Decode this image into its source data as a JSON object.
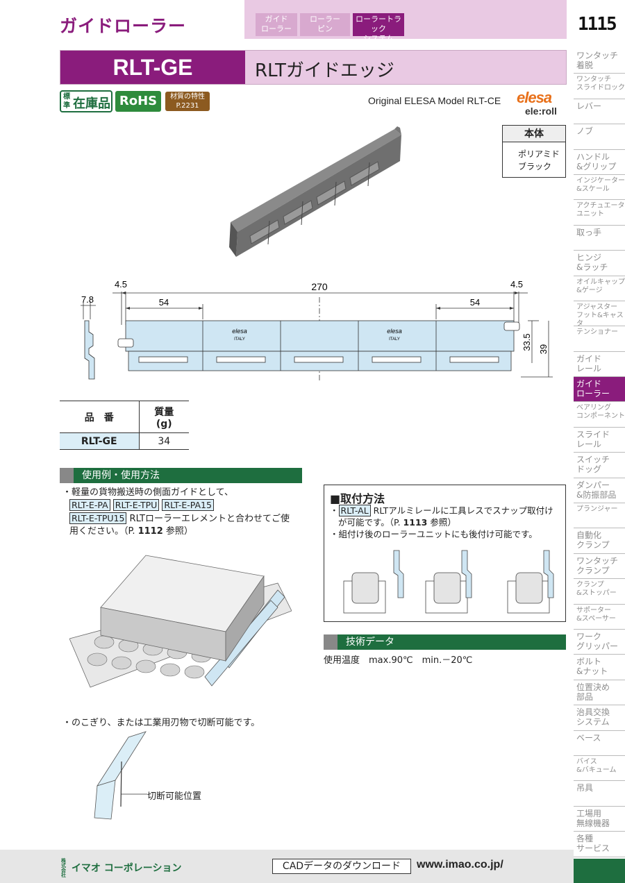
{
  "header": {
    "category_title": "ガイドローラー",
    "tabs": [
      {
        "label": "ガイド\nローラー"
      },
      {
        "label": "ローラー\nピン"
      },
      {
        "label": "ローラートラック\nシステム"
      }
    ],
    "page_number": "1115"
  },
  "product": {
    "code": "RLT-GE",
    "name": "RLTガイドエッジ"
  },
  "badges": {
    "stock_small": "標準",
    "stock_big": "在庫品",
    "rohs": "RoHS",
    "material_label": "材質の特性",
    "material_page": "P.2231"
  },
  "origin": {
    "text": "Original ELESA Model RLT-CE",
    "logo1": "elesa",
    "logo2": "ele:roll"
  },
  "material_table": {
    "header": "本体",
    "line1": "ポリアミド",
    "line2": "ブラック"
  },
  "drawing": {
    "dim_total": "270",
    "dim_left_margin": "4.5",
    "dim_right_margin": "4.5",
    "dim_left_seg": "54",
    "dim_right_seg": "54",
    "dim_profile": "7.8",
    "dim_h1": "33.5",
    "dim_h2": "39",
    "mark_brand": "elesa",
    "mark_country": "ITALY"
  },
  "spec_table": {
    "col1": "品　番",
    "col2_line1": "質量",
    "col2_line2": "(g)",
    "row_code": "RLT-GE",
    "row_mass": "34"
  },
  "usage": {
    "heading": "使用例・使用方法",
    "line1": "・軽量の貨物搬送時の側面ガイドとして、",
    "tags1": [
      "RLT-E-PA",
      "RLT-E-TPU",
      "RLT-E-PA15"
    ],
    "tag2": "RLT-E-TPU15",
    "line2": " RLTローラーエレメントと合わせてご使",
    "line3a": "用ください。（P. ",
    "line3_page": "1112",
    "line3b": " 参照）",
    "cut_note": "・のこぎり、または工業用刃物で切断可能です。",
    "cut_label": "切断可能位置"
  },
  "mounting": {
    "title": "■取付方法",
    "tag": "RLT-AL",
    "line1": " RLTアルミレールに工具レスでスナップ取付け",
    "line2a": "が可能です。（P. ",
    "line2_page": "1113",
    "line2b": " 参照）",
    "line3": "・組付け後のローラーユニットにも後付け可能です。"
  },
  "tech": {
    "heading": "技術データ",
    "text": "使用温度　max.90℃　min.－20℃"
  },
  "side_index": [
    {
      "label": "ワンタッチ\n着脱",
      "small": false
    },
    {
      "label": "ワンタッチ\nスライドロック",
      "small": true
    },
    {
      "label": "レバー",
      "small": false
    },
    {
      "label": "ノブ",
      "small": false
    },
    {
      "label": "ハンドル\n&グリップ",
      "small": false
    },
    {
      "label": "インジケーター\n&スケール",
      "small": true
    },
    {
      "label": "アクチュエータ\nユニット",
      "small": true
    },
    {
      "label": "取っ手",
      "small": false
    },
    {
      "label": "ヒンジ\n&ラッチ",
      "small": false
    },
    {
      "label": "オイルキャップ\n&ゲージ",
      "small": true
    },
    {
      "label": "アジャスター\nフット&キャスタ",
      "small": true
    },
    {
      "label": "テンショナー",
      "small": true
    },
    {
      "label": "ガイド\nレール",
      "small": false
    },
    {
      "label": "ガイド\nローラー",
      "small": false,
      "active": true
    },
    {
      "label": "ベアリング\nコンポーネント",
      "small": true
    },
    {
      "label": "スライド\nレール",
      "small": false
    },
    {
      "label": "スイッチ\nドッグ",
      "small": false
    },
    {
      "label": "ダンパー\n&防振部品",
      "small": false
    },
    {
      "label": "プランジャー",
      "small": true
    },
    {
      "label": "自動化\nクランプ",
      "small": false
    },
    {
      "label": "ワンタッチ\nクランプ",
      "small": false
    },
    {
      "label": "クランプ\n&ストッパー",
      "small": true
    },
    {
      "label": "サポーター\n&スペーサー",
      "small": true
    },
    {
      "label": "ワーク\nグリッパー",
      "small": false
    },
    {
      "label": "ボルト\n&ナット",
      "small": false
    },
    {
      "label": "位置決め\n部品",
      "small": false
    },
    {
      "label": "治具交換\nシステム",
      "small": false
    },
    {
      "label": "ベース",
      "small": false
    },
    {
      "label": "バイス\n&バキューム",
      "small": true
    },
    {
      "label": "吊具",
      "small": false
    },
    {
      "label": "工場用\n無線機器",
      "small": false
    },
    {
      "label": "各種\nサービス",
      "small": false
    }
  ],
  "footer": {
    "company_kk": "株式会社",
    "company": "イマオ コーポレーション",
    "cad": "CADデータのダウンロード",
    "url": "www.imao.co.jp/"
  }
}
